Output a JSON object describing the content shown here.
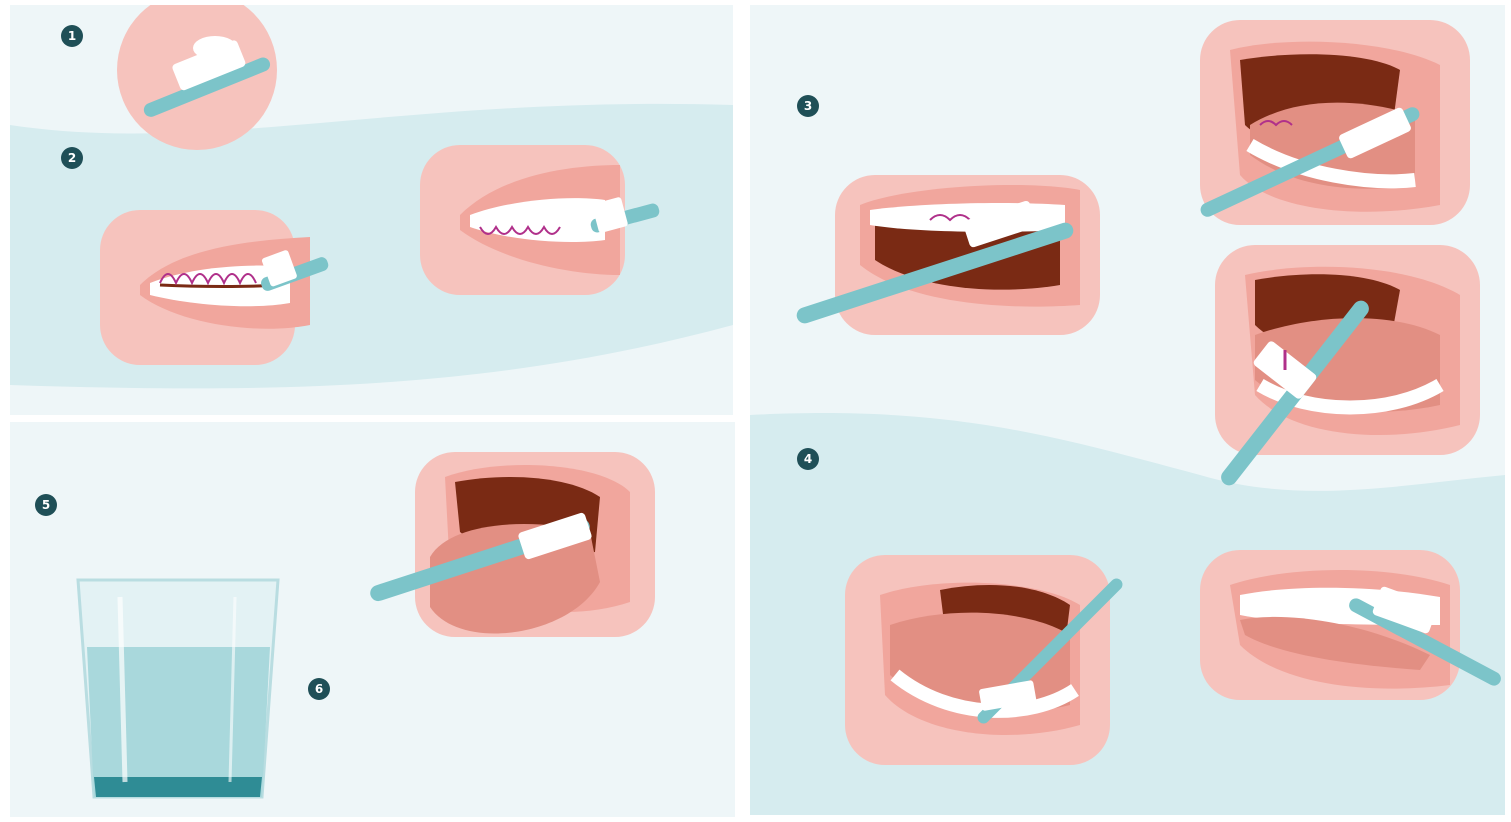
{
  "steps": [
    {
      "number": "1"
    },
    {
      "number": "2"
    },
    {
      "number": "3"
    },
    {
      "number": "4"
    },
    {
      "number": "5"
    },
    {
      "number": "6"
    }
  ],
  "colors": {
    "background": "#eef6f8",
    "wave": "#d6ecef",
    "skin": "#f6c3bd",
    "lips": "#f1a69d",
    "mouth_dark": "#7a2a14",
    "teeth": "#ffffff",
    "tongue": "#e28f83",
    "brush": "#7cc4c9",
    "motion_arrows": "#b0308a",
    "water": "#a9d8dc"
  }
}
